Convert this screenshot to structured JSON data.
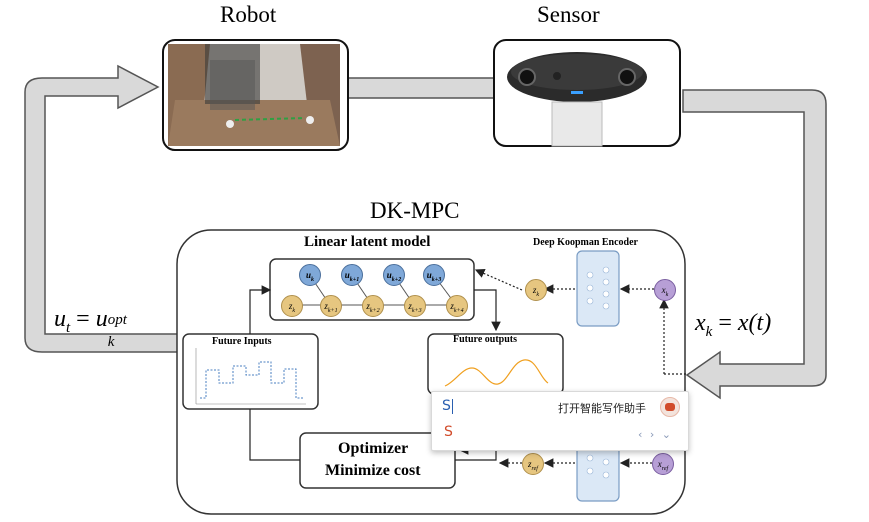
{
  "labels": {
    "robot": "Robot",
    "sensor": "Sensor",
    "controller": "DK-MPC",
    "linear_latent_model": "Linear latent model",
    "encoder": "Deep Koopman Encoder",
    "future_inputs": "Future Inputs",
    "future_outputs": "Future outputs",
    "optimizer_line1": "Optimizer",
    "optimizer_line2": "Minimize cost"
  },
  "equations": {
    "control_lhs": "u",
    "control_lhs_sub": "t",
    "control_rhs": "u",
    "control_rhs_sub": "k",
    "control_rhs_sup": "opt",
    "state_lhs": "x",
    "state_lhs_sub": "k",
    "state_rhs": "x(t)"
  },
  "latent_nodes": {
    "inputs": [
      "u",
      "u",
      "u",
      "u"
    ],
    "input_subs": [
      "k",
      "k+1",
      "k+2",
      "k+3"
    ],
    "states": [
      "z",
      "z",
      "z",
      "z",
      "z"
    ],
    "state_subs": [
      "k",
      "k+1",
      "k+2",
      "k+3",
      "k+4"
    ]
  },
  "encoder_nodes": {
    "input": "x",
    "input_sub": "k",
    "output": "z",
    "output_sub": "k",
    "ref_input": "x",
    "ref_input_sub": "ref",
    "ref_output": "z",
    "ref_output_sub": "ref"
  },
  "ime": {
    "typed": "S",
    "suggestion": "打开智能写作助手",
    "candidate": "S",
    "nav": "‹ › ⌄"
  },
  "colors": {
    "arrow_fill": "#d9d9d9",
    "input_node": "#7fa8d8",
    "state_node": "#e6c680",
    "encoder_node": "#b79fd6",
    "plot_input": "#4a7fc0",
    "plot_output": "#f0a020",
    "ime_accent": "#d14b2a"
  }
}
